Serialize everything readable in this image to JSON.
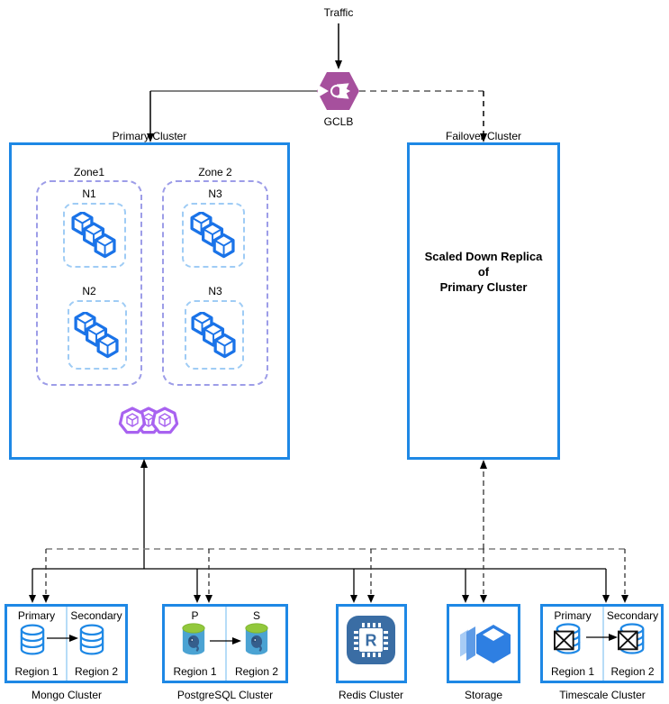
{
  "diagram": {
    "traffic_label": "Traffic",
    "gclb": {
      "label": "GCLB"
    },
    "primary_cluster": {
      "label": "Primary Cluster",
      "zones": [
        {
          "label": "Zone1",
          "nodes": [
            {
              "label": "N1"
            },
            {
              "label": "N2"
            }
          ]
        },
        {
          "label": "Zone 2",
          "nodes": [
            {
              "label": "N3"
            },
            {
              "label": "N3"
            }
          ]
        }
      ]
    },
    "failover_cluster": {
      "label": "Failover Cluster",
      "body_lines": [
        "Scaled Down Replica",
        "of",
        "Primary Cluster"
      ]
    },
    "datastores": [
      {
        "label": "Mongo Cluster",
        "left": {
          "role": "Primary",
          "region": "Region 1"
        },
        "right": {
          "role": "Secondary",
          "region": "Region 2"
        }
      },
      {
        "label": "PostgreSQL Cluster",
        "left": {
          "role": "P",
          "region": "Region 1"
        },
        "right": {
          "role": "S",
          "region": "Region 2"
        }
      },
      {
        "label": "Redis Cluster",
        "icon_letter": "R"
      },
      {
        "label": "Storage"
      },
      {
        "label": "Timescale Cluster",
        "left": {
          "role": "Primary",
          "region": "Region 1"
        },
        "right": {
          "role": "Secondary",
          "region": "Region 2"
        }
      }
    ],
    "icons": [
      "load-balancer-icon",
      "workload-cubes-icon",
      "kubernetes-hexagons-icon",
      "database-cylinder-icon",
      "postgres-elephant-icon",
      "redis-chip-icon",
      "storage-box-icon",
      "timescale-crossed-db-icon"
    ],
    "colors": {
      "cluster_border": "#1E88E5",
      "zone_border": "#9D9DE8",
      "node_border": "#9FCCF5",
      "cell_divider": "#B7DCF7",
      "gclb_purple": "#A6509D",
      "k8s_purple": "#A862F0",
      "workload_blue": "#1A73E8",
      "db_outline_blue": "#1E88E5",
      "postgres_body": "#4BA3D3",
      "postgres_top": "#92C83C",
      "redis_bg": "#3A6DA4",
      "storage_blue": "#2E7FE2",
      "storage_light": "#5E9BE6",
      "storage_lighter": "#A8CCF5",
      "wire_solid": "#000000",
      "wire_dashed_gray": "#7D7D7D"
    }
  }
}
